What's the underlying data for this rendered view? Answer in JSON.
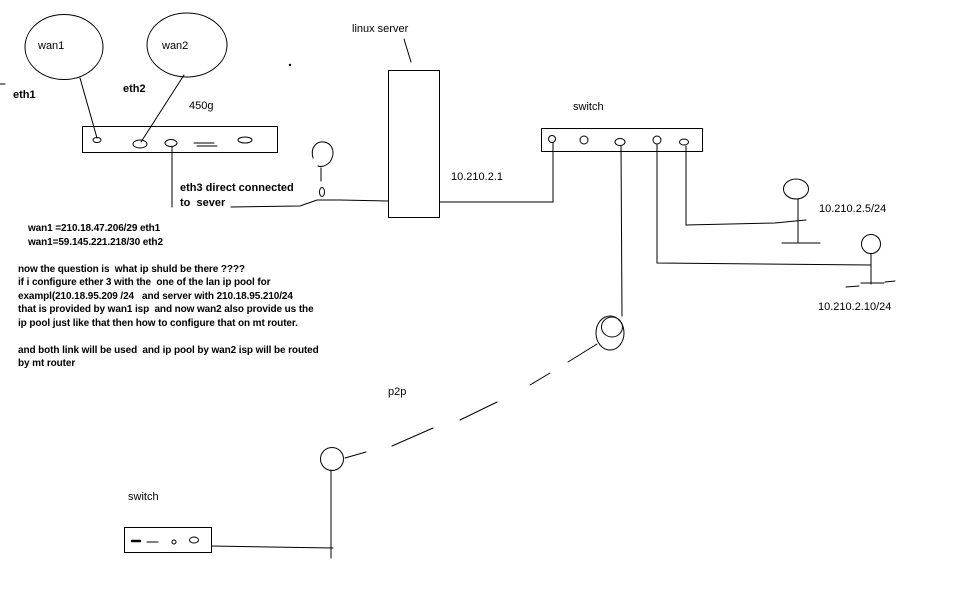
{
  "canvas": {
    "background": "#ffffff",
    "ink": "#000000"
  },
  "labels": {
    "wan1": "wan1",
    "wan2": "wan2",
    "eth1": "eth1",
    "eth2": "eth2",
    "router_model": "450g",
    "linux_server": "linux server",
    "switch_top": "switch",
    "switch_bottom": "switch",
    "p2p": "p2p",
    "ip_lan_gateway": "10.210.2.1",
    "ip_pc1": "10.210.2.5/24",
    "ip_pc2": "10.210.2.10/24"
  },
  "eth3_note": {
    "line1": "eth3 direct connected",
    "line2": "to  sever"
  },
  "question_note": {
    "lines": [
      "wan1 =210.18.47.206/29 eth1",
      "wan1=59.145.221.218/30 eth2",
      "",
      "now the question is  what ip shuld be there ????",
      "if i configure ether 3 with the  one of the lan ip pool for",
      "exampl(210.18.95.209 /24   and server with 210.18.95.210/24",
      "that is provided by wan1 isp  and now wan2 also provide us the",
      "ip pool just like that then how to configure that on mt router.",
      "",
      "and both link will be used  and ip pool by wan2 isp will be routed",
      "by mt router"
    ]
  }
}
